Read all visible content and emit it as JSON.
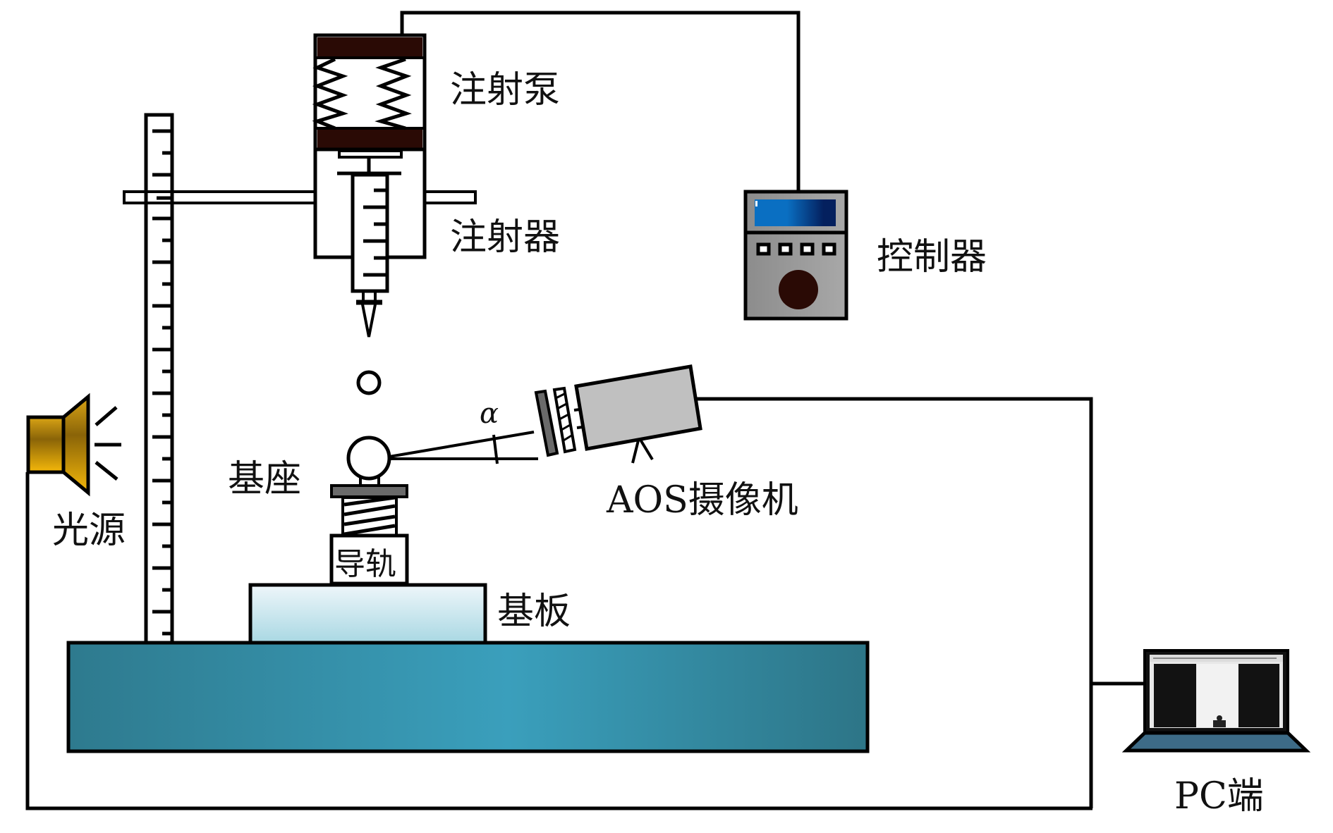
{
  "diagram": {
    "title": "Contact angle measurement apparatus schematic",
    "labels": {
      "syringe_pump": "注射泵",
      "syringe": "注射器",
      "controller": "控制器",
      "light_source": "光源",
      "stage_mount": "基座",
      "guide_rail": "导轨",
      "substrate": "基板",
      "camera": "AOS摄像机",
      "pc": "PC端",
      "angle_symbol": "α"
    },
    "components": [
      {
        "id": "syringe-pump",
        "icon": "pump-with-springs"
      },
      {
        "id": "syringe",
        "icon": "graduated-syringe"
      },
      {
        "id": "controller",
        "icon": "controller-box-with-display-knob"
      },
      {
        "id": "light-source",
        "icon": "lamp-horn"
      },
      {
        "id": "camera",
        "icon": "camera-on-tripod"
      },
      {
        "id": "pc",
        "icon": "laptop"
      },
      {
        "id": "ruler",
        "icon": "vertical-ruler"
      },
      {
        "id": "base-table",
        "icon": "table-block"
      }
    ],
    "connections": [
      {
        "from": "syringe-pump",
        "to": "controller"
      },
      {
        "from": "camera",
        "to": "pc"
      },
      {
        "from": "light-source",
        "to": "pc"
      }
    ],
    "colors": {
      "pump_band": "#2a0a05",
      "base_dark": "#2e7a8e",
      "base_light": "#3a9fbc",
      "substrate_top": "#eef6fa",
      "substrate_bottom": "#a9d8e3",
      "controller_body": "#9a9a9a",
      "controller_screen_left": "#0a6fc2",
      "controller_screen_right": "#04205e",
      "knob": "#2a0a05",
      "camera_body": "#c0c0c0",
      "lens_plate": "#6a6a6a",
      "lamp_gold": "#d9a415",
      "laptop_keyboard": "#3d6b87"
    }
  }
}
